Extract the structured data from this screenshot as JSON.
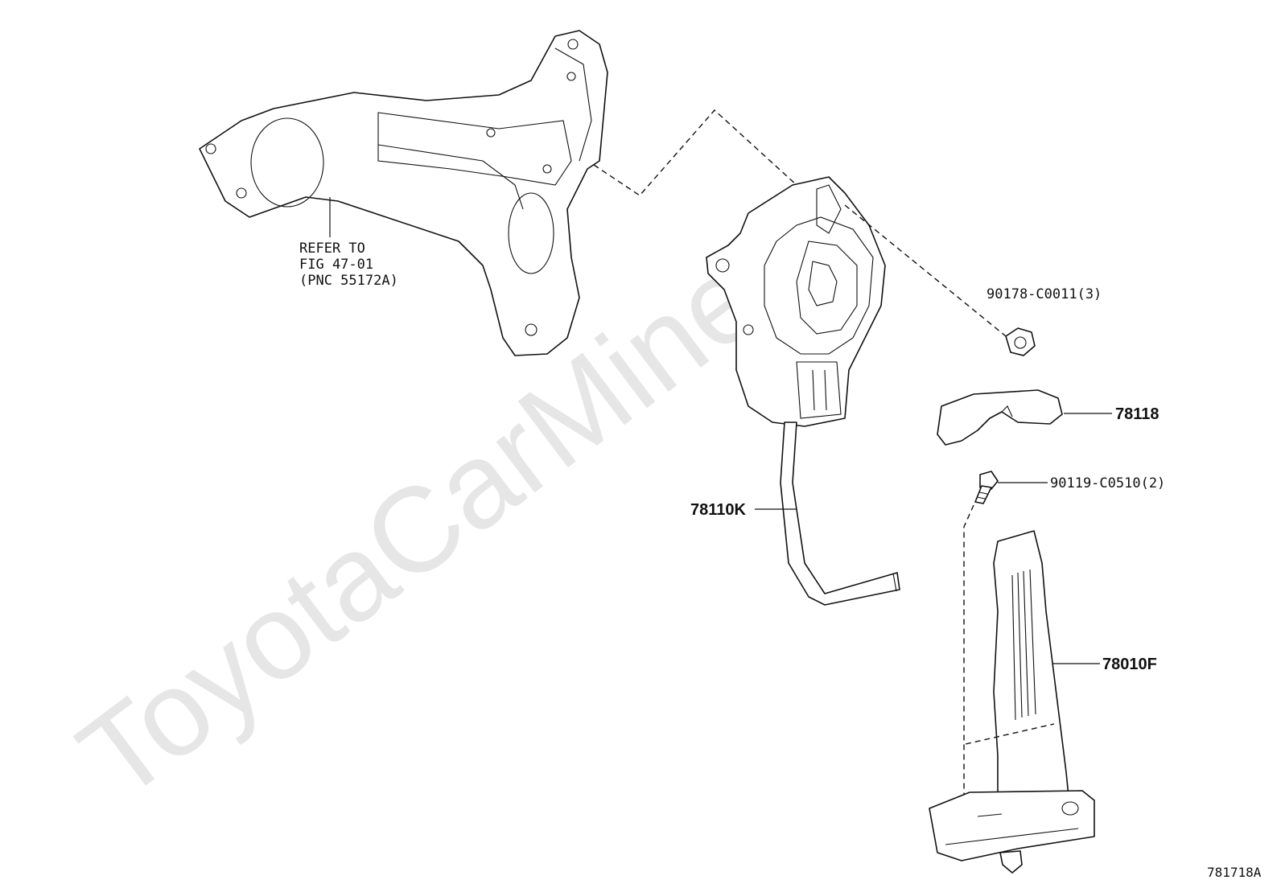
{
  "watermark": "ToyotaCarMine.ru",
  "callouts": {
    "refer_line1": "REFER TO",
    "refer_line2": "FIG 47-01",
    "refer_line3": "(PNC 55172A)",
    "nut": "90178-C0011(3)",
    "cover": "78118",
    "bolt": "90119-C0510(2)",
    "pedal_assembly": "78110K",
    "pedal_pad": "78010F"
  },
  "figure_code": "781718A"
}
